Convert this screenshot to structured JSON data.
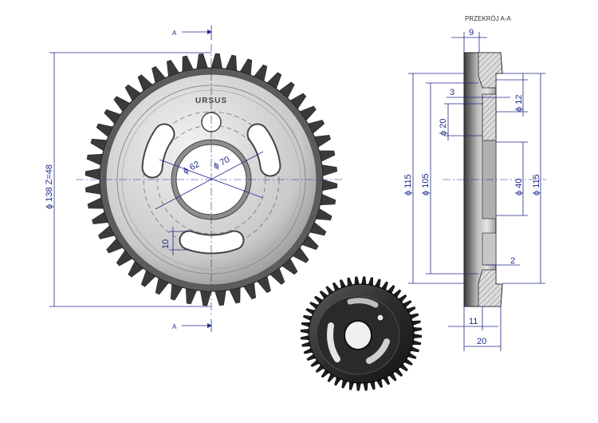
{
  "section_title": "PRZEKRÓJ A-A",
  "section_markers": {
    "top": "A",
    "bottom": "A"
  },
  "logo_text": "URSUS",
  "front_view": {
    "outer_dim": "ϕ 138  Z=48",
    "bore_dim_1": "ϕ 62",
    "bore_dim_2": "ϕ 70",
    "slot_width_dim": "10"
  },
  "section_view": {
    "thickness_top": "9",
    "dim_3": "3",
    "dim_12": "ϕ 12",
    "dim_20": "ϕ 20",
    "dim_115_left": "ϕ 115",
    "dim_105": "ϕ 105",
    "dim_40": "ϕ 40",
    "dim_115_right": "ϕ 115",
    "dim_2": "2",
    "dim_11": "11",
    "dim_20_bottom": "20"
  },
  "colors": {
    "dimension": "#1f2a8a",
    "metal": "#6e6e6e",
    "teeth": "#3a3a3a"
  }
}
